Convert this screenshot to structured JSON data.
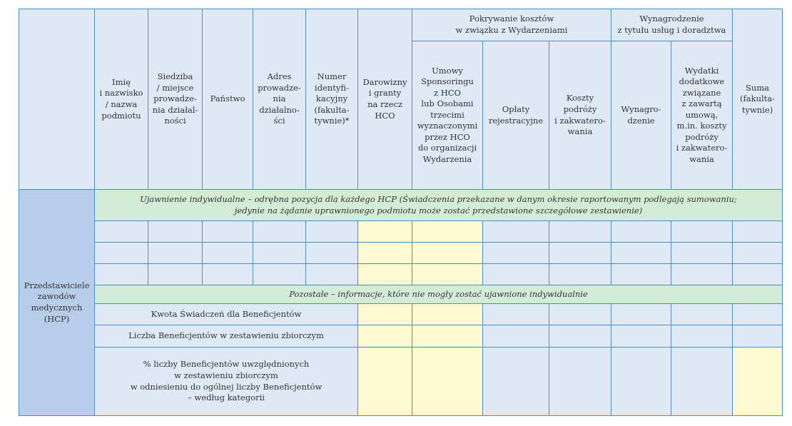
{
  "headers": {
    "name": [
      "Imię",
      "i nazwisko",
      "/ nazwa",
      "podmiotu"
    ],
    "seat": [
      "Siedziba",
      "/ miejsce",
      "prowadze-",
      "nia działal-",
      "ności"
    ],
    "country": [
      "Państwo"
    ],
    "address": [
      "Adres",
      "prowadze-",
      "nia",
      "działalno-",
      "ści"
    ],
    "id_number": [
      "Numer",
      "identyfi-",
      "kacyjny",
      "(fakulta-",
      "tywnie)*"
    ],
    "donations": [
      "Darowizny",
      "i granty",
      "na rzecz",
      "HCO"
    ],
    "cost_group": [
      "Pokrywanie kosztów",
      "w związku z Wydarzeniami"
    ],
    "sponsorship": [
      "Umowy",
      "Sponsoringu",
      "z HCO",
      "lub Osobami",
      "trzecimi",
      "wyznaczonymi",
      "przez HCO",
      "do organizacji",
      "Wydarzenia"
    ],
    "registration": [
      "Opłaty",
      "rejestracyjne"
    ],
    "travel": [
      "Koszty",
      "podróży",
      "i zakwatero-",
      "wania"
    ],
    "fee_group": [
      "Wynagrodzenie",
      "z tytułu usług i doradztwa"
    ],
    "fee": [
      "Wynagro-",
      "dzenie"
    ],
    "extra": [
      "Wydatki",
      "dodatkowe",
      "związane",
      "z zawartą",
      "umową,",
      "m.in. koszty",
      "podróży",
      "i zakwatero-",
      "wania"
    ],
    "total": [
      "Suma",
      "(fakulta-",
      "tywnie)"
    ]
  },
  "side_label": [
    "Przedstawiciele",
    "zawodów",
    "medycznych",
    "(HCP)"
  ],
  "individual_banner": [
    "Ujawnienie indywidualne – odrębna pozycja dla każdego HCP (Świadczenia przekazane w danym okresie raportowanym podlegają sumowaniu;",
    "jedynie na żądanie uprawnionego podmiotu może zostać przedstawione szczegółowe zestawienie)"
  ],
  "aggregate_banner": "Pozostałe – informacje, które nie mogły zostać ujawnione indywidualnie",
  "aggregate_rows": {
    "amount": "Kwota Świadczeń dla Beneficjentów",
    "count": "Liczba Beneficjentów w zestawieniu zbiorczym",
    "percent": [
      "% liczby Beneficjentów uwzględnionych",
      "w zestawieniu zbiorczym",
      "w odniesieniu do ogólnej liczby Beneficjentów",
      "– według kategorii"
    ]
  }
}
